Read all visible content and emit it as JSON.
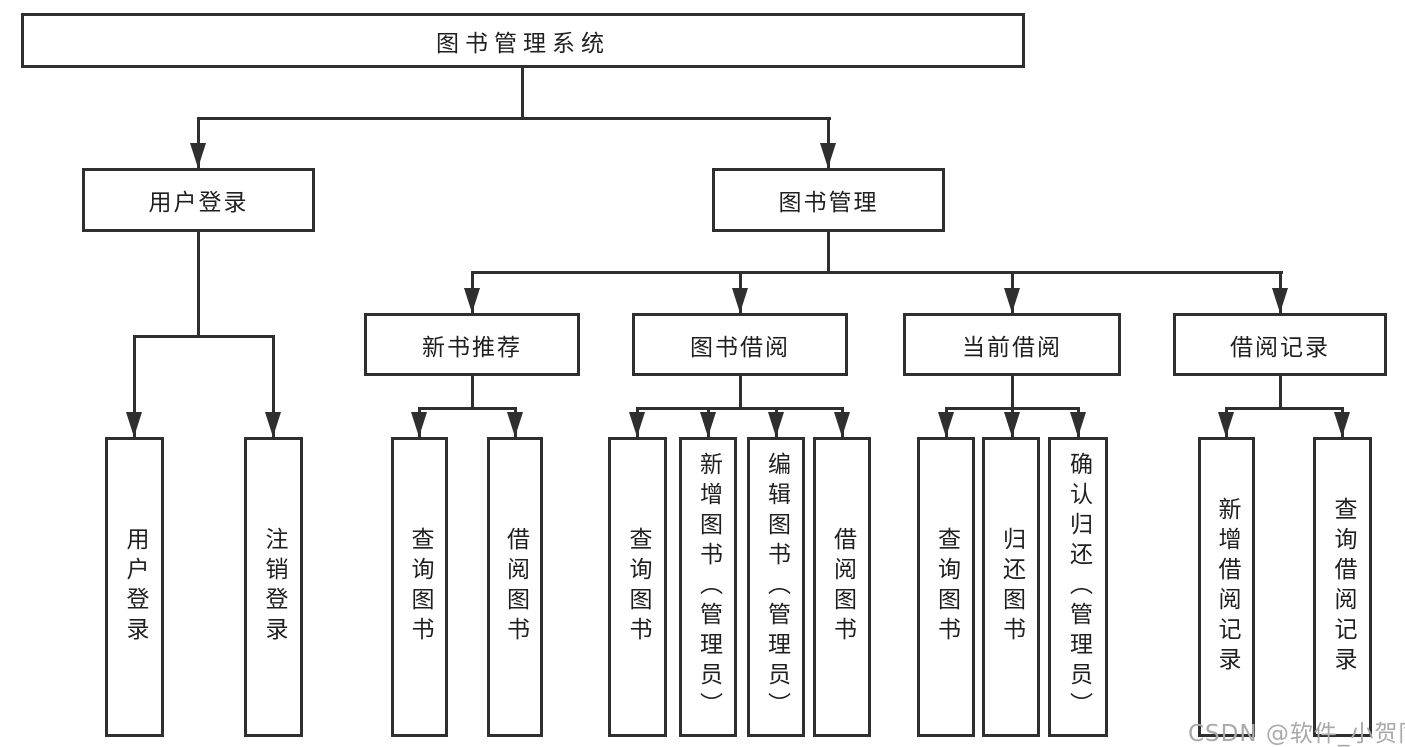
{
  "tree": {
    "root": "图书管理系统",
    "branches": [
      {
        "label": "用户登录",
        "children": [
          "用户登录",
          "注销登录"
        ]
      },
      {
        "label": "图书管理",
        "children": [
          {
            "label": "新书推荐",
            "children": [
              "查询图书",
              "借阅图书"
            ]
          },
          {
            "label": "图书借阅",
            "children": [
              "查询图书",
              "新增图书（管理员）",
              "编辑图书（管理员）",
              "借阅图书"
            ]
          },
          {
            "label": "当前借阅",
            "children": [
              "查询图书",
              "归还图书",
              "确认归还（管理员）"
            ]
          },
          {
            "label": "借阅记录",
            "children": [
              "新增借阅记录",
              "查询借阅记录"
            ]
          }
        ]
      }
    ]
  },
  "watermark": {
    "text": "CSDN @软件_小贺同学"
  },
  "colors": {
    "line": "#2f2f2f",
    "text": "#1f1f1f",
    "background": "#ffffff",
    "watermark": "#a9a9a9"
  }
}
